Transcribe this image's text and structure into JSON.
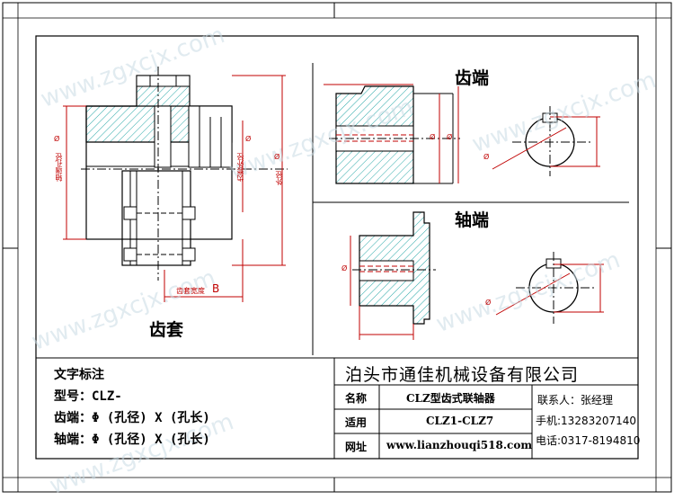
{
  "watermark": "www.zgxcjx.com",
  "views": {
    "gear_sleeve": "齿套",
    "gear_end": "齿端",
    "shaft_end": "轴端"
  },
  "dimensions": {
    "shaft_hole_dia": "轴端孔径",
    "sleeve_inner_dia": "齿套外径",
    "outer_dia": "外径",
    "phi": "Ø",
    "gear_width": "齿套宽度",
    "b": "B"
  },
  "notes": {
    "title": "文字标注",
    "model": "型号：CLZ-",
    "gear_end": "齿端：Φ     (孔径) X       (孔长)",
    "shaft_end": "轴端：Φ     (孔径) X       (孔长)"
  },
  "title_block": {
    "company": "泊头市通佳机械设备有限公司",
    "name_label": "名称",
    "name_value": "CLZ型齿式联轴器",
    "apply_label": "适用",
    "apply_value": "CLZ1-CLZ7",
    "web_label": "网址",
    "web_value": "www.lianzhouqi518.com",
    "contact": "联系人：张经理",
    "mobile": "手机:13283207140",
    "phone": "电话:0317-8194810"
  },
  "colors": {
    "line": "#000000",
    "hatch": "#2aa8a8",
    "dimension": "#c00000"
  }
}
